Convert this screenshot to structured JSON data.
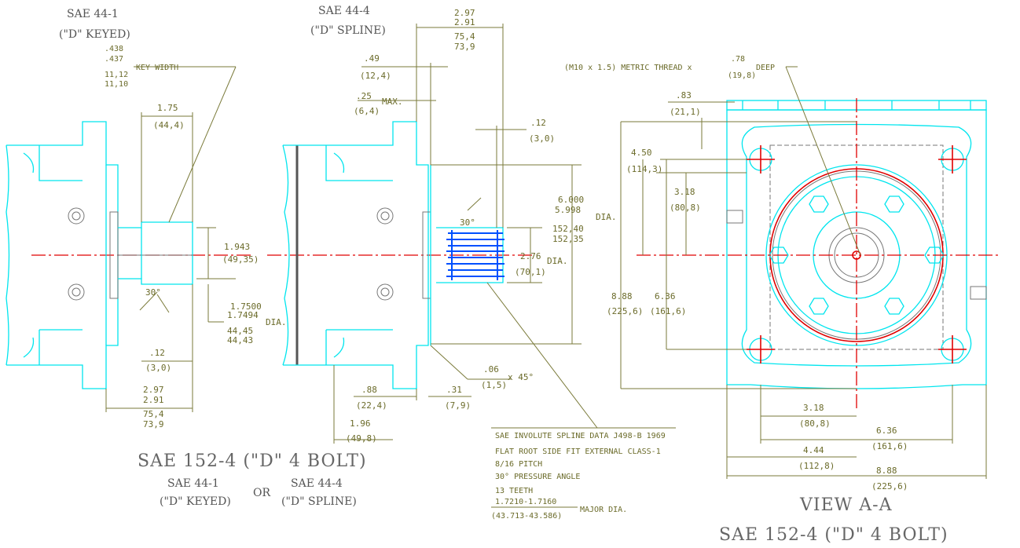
{
  "left_view": {
    "header_line1": "SAE 44-1",
    "header_line2": "(\"D\" KEYED)",
    "key_width_upper": ".438",
    "key_width_lower": ".437",
    "key_width_mm_upper": "11,12",
    "key_width_mm_lower": "11,10",
    "key_width_label": "KEY WIDTH",
    "dim_175": "1.75",
    "dim_175_mm": "(44,4)",
    "dim_1943": "1.943",
    "dim_1943_mm": "(49,35)",
    "angle_30": "30°",
    "dia_upper": "1.7500",
    "dia_lower": "1.7494",
    "dia_mm_upper": "44,45",
    "dia_mm_lower": "44,43",
    "dia_label": "DIA.",
    "dim_12": ".12",
    "dim_12_mm": "(3,0)",
    "len_upper": "2.97",
    "len_lower": "2.91",
    "len_mm_upper": "75,4",
    "len_mm_lower": "73,9"
  },
  "middle_view": {
    "header_line1": "SAE 44-4",
    "header_line2": "(\"D\" SPLINE)",
    "len_upper": "2.97",
    "len_lower": "2.91",
    "len_mm_upper": "75,4",
    "len_mm_lower": "73,9",
    "dim_49": ".49",
    "dim_49_mm": "(12,4)",
    "dim_25": ".25",
    "dim_25_mm": "(6,4)",
    "max_label": "MAX.",
    "dim_12": ".12",
    "dim_12_mm": "(3,0)",
    "pilot_upper": "6.000",
    "pilot_lower": "5.998",
    "pilot_label": "DIA.",
    "pilot_mm_upper": "152,40",
    "pilot_mm_lower": "152,35",
    "angle_30": "30°",
    "spline_dia": "2.76",
    "spline_dia_mm": "(70,1)",
    "spline_dia_label": "DIA.",
    "chamfer": ".06",
    "chamfer_mm": "(1,5)",
    "chamfer_x": "x 45°",
    "dim_88": ".88",
    "dim_88_mm": "(22,4)",
    "dim_31": ".31",
    "dim_31_mm": "(7,9)",
    "dim_196": "1.96",
    "dim_196_mm": "(49,8)"
  },
  "spline_notes": {
    "line1": "SAE INVOLUTE SPLINE DATA J498-B 1969",
    "line2": "FLAT ROOT SIDE FIT EXTERNAL CLASS-1",
    "line3": "8/16 PITCH",
    "line4": "30° PRESSURE ANGLE",
    "line5": "13 TEETH",
    "line6": "1.7210-1.7160",
    "line6_suffix": "MAJOR DIA.",
    "line7": "(43.713-43.586)"
  },
  "footer_left": {
    "title": "SAE 152-4 (\"D\" 4 BOLT)",
    "sub1_line1": "SAE 44-1",
    "sub1_line2": "(\"D\" KEYED)",
    "or": "OR",
    "sub2_line1": "SAE 44-4",
    "sub2_line2": "(\"D\" SPLINE)"
  },
  "right_view": {
    "thread_prefix": "(M10 x 1.5) METRIC THREAD x",
    "thread_depth": ".78",
    "thread_depth_mm": "(19,8)",
    "thread_suffix": "DEEP",
    "dim_83": ".83",
    "dim_83_mm": "(21,1)",
    "dim_450": "4.50",
    "dim_450_mm": "(114,3)",
    "dim_318v": "3.18",
    "dim_318v_mm": "(80,8)",
    "dim_888v": "8.88",
    "dim_888v_mm": "(225,6)",
    "dim_636v": "6.36",
    "dim_636v_mm": "(161,6)",
    "dim_318h": "3.18",
    "dim_318h_mm": "(80,8)",
    "dim_636h": "6.36",
    "dim_636h_mm": "(161,6)",
    "dim_444h": "4.44",
    "dim_444h_mm": "(112,8)",
    "dim_888h": "8.88",
    "dim_888h_mm": "(225,6)",
    "view_label": "VIEW A-A",
    "view_title": "SAE 152-4 (\"D\" 4 BOLT)"
  }
}
